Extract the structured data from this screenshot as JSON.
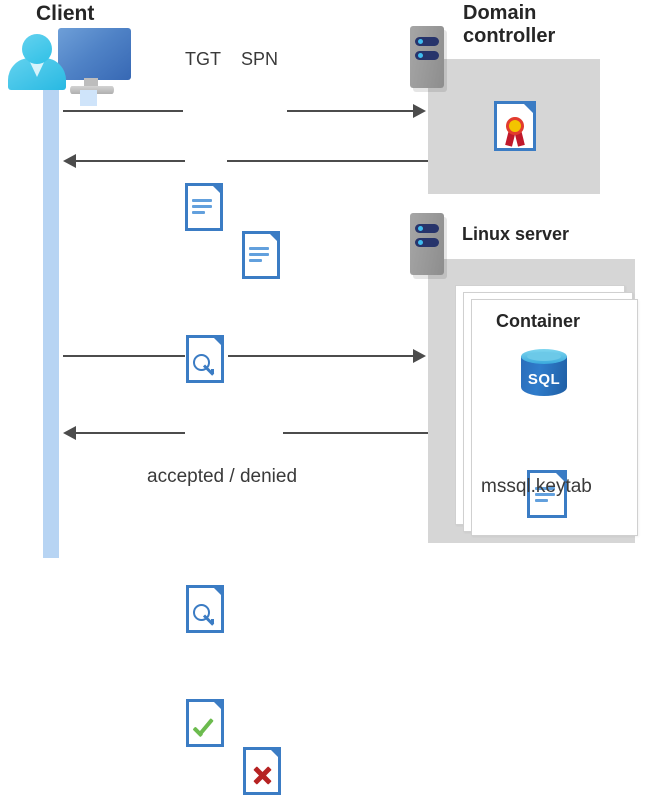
{
  "diagram": {
    "title": "Kerberos authentication flow between client, domain controller and Linux server container",
    "client": {
      "label": "Client",
      "icon": "client-computer-user-icon"
    },
    "domain_controller": {
      "label": "Domain controller",
      "icon": "server-rack-icon",
      "contents": {
        "certificate_icon": "certificate-document-icon"
      }
    },
    "linux_server": {
      "label": "Linux server",
      "icon": "server-rack-icon",
      "container": {
        "label": "Container",
        "database_icon": "sql-database-icon",
        "database_label": "SQL",
        "keytab_icon": "document-icon",
        "keytab_label": "mssql.keytab"
      }
    },
    "messages": [
      {
        "id": "msg-request",
        "direction": "right",
        "labels": [
          "TGT",
          "SPN"
        ],
        "icons": [
          "document-icon",
          "document-icon"
        ]
      },
      {
        "id": "msg-ticket",
        "direction": "left",
        "labels": [],
        "icons": [
          "key-document-icon"
        ]
      },
      {
        "id": "msg-present-ticket",
        "direction": "right",
        "labels": [],
        "icons": [
          "key-document-icon"
        ]
      },
      {
        "id": "msg-result",
        "direction": "left",
        "labels": [
          "accepted / denied"
        ],
        "icons": [
          "approved-document-icon",
          "denied-document-icon"
        ]
      }
    ],
    "labels": {
      "tgt": "TGT",
      "spn": "SPN",
      "accepted_denied": "accepted / denied"
    },
    "colors": {
      "lifeline": "#b7d4f3",
      "panel_gray": "#d6d6d6",
      "doc_blue": "#3b7cc4",
      "accent_navy": "#27346b",
      "accept_green": "#6cbb4e",
      "deny_red": "#b62222",
      "arrow": "#4c4c4c",
      "sql_blue": "#2f7ccb"
    }
  }
}
